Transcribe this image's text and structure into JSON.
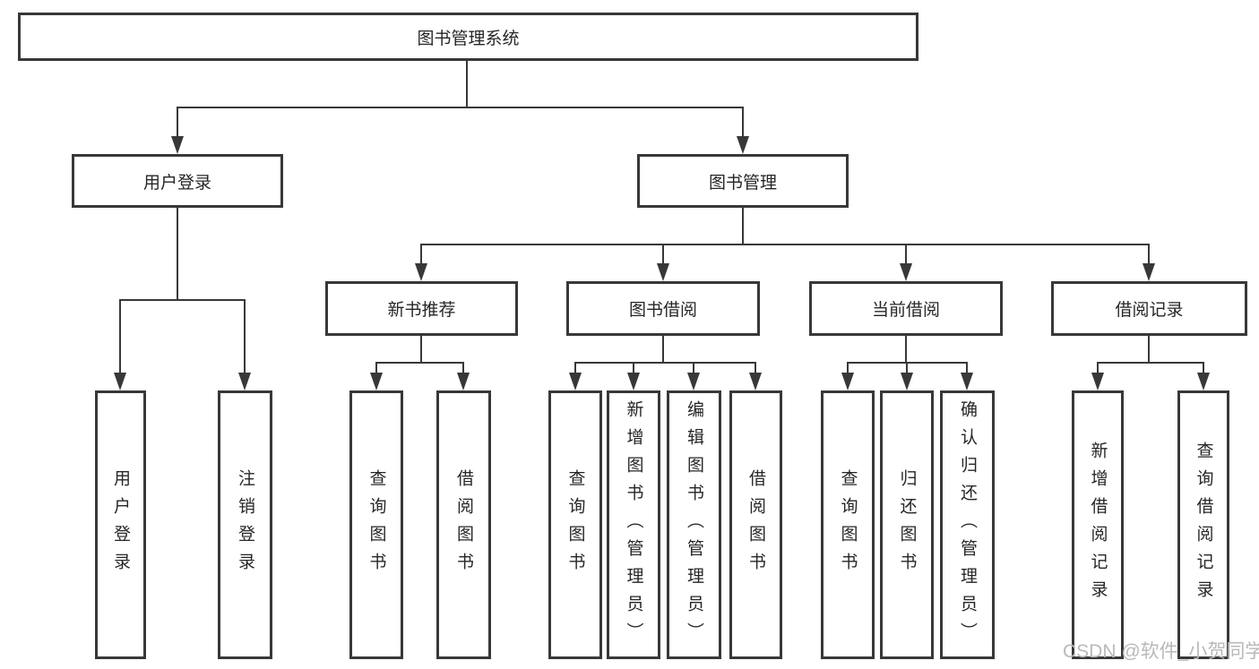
{
  "tree": {
    "label": "图书管理系统",
    "children": [
      {
        "label": "用户登录",
        "children": [
          {
            "label": "用户登录"
          },
          {
            "label": "注销登录"
          }
        ]
      },
      {
        "label": "图书管理",
        "children": [
          {
            "label": "新书推荐",
            "children": [
              {
                "label": "查询图书"
              },
              {
                "label": "借阅图书"
              }
            ]
          },
          {
            "label": "图书借阅",
            "children": [
              {
                "label": "查询图书"
              },
              {
                "label": "新增图书（管理员）"
              },
              {
                "label": "编辑图书（管理员）"
              },
              {
                "label": "借阅图书"
              }
            ]
          },
          {
            "label": "当前借阅",
            "children": [
              {
                "label": "查询图书"
              },
              {
                "label": "归还图书"
              },
              {
                "label": "确认归还（管理员）"
              }
            ]
          },
          {
            "label": "借阅记录",
            "children": [
              {
                "label": "新增借阅记录"
              },
              {
                "label": "查询借阅记录"
              }
            ]
          }
        ]
      }
    ]
  },
  "watermark": {
    "text": "CSDN @软件_小贺同学"
  },
  "colors": {
    "line": "#383838",
    "text": "#262626",
    "background": "#ffffff",
    "watermark": "#b9b9b9"
  }
}
